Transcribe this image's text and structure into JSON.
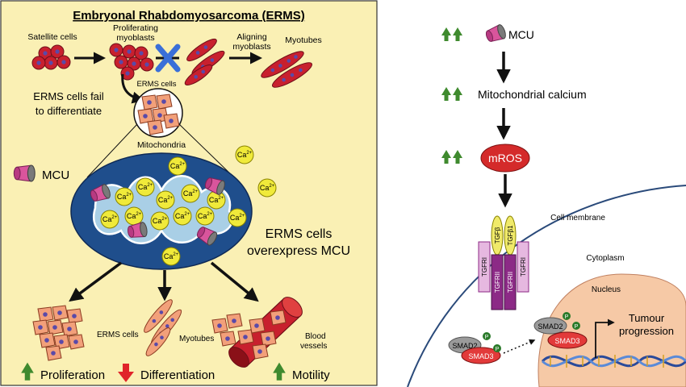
{
  "left_panel": {
    "title": "Embryonal Rhabdomyosarcoma (ERMS)",
    "stages": {
      "satellite": "Satellite cells",
      "proliferating_line1": "Proliferating",
      "proliferating_line2": "myoblasts",
      "aligning_line1": "Aligning",
      "aligning_line2": "myoblasts",
      "myotubes": "Myotubes"
    },
    "erms_cells_label": "ERMS cells",
    "fail_line1": "ERMS cells fail",
    "fail_line2": "to differentiate",
    "mitochondria_label": "Mitochondria",
    "mcu_label": "MCU",
    "calcium_label": "Ca",
    "calcium_sup": "2+",
    "overexpress_line1": "ERMS cells",
    "overexpress_line2": "overexpress MCU",
    "outcomes": {
      "erms_cells": "ERMS cells",
      "myotubes": "Myotubes",
      "blood_line1": "Blood",
      "blood_line2": "vessels"
    },
    "effects": {
      "proliferation": "Proliferation",
      "differentiation": "Differentiation",
      "motility": "Motility"
    }
  },
  "right_panel": {
    "pathway": {
      "mcu": "MCU",
      "mito_calcium": "Mitochondrial calcium",
      "mros": "mROS"
    },
    "cell_membrane": "Cell membrane",
    "cytoplasm": "Cytoplasm",
    "nucleus": "Nucleus",
    "receptor": {
      "tgfb": "TGFβ",
      "tgfb1": "TGFβ1",
      "tgfri": "TGFRI",
      "tgfrii": "TGFRII"
    },
    "smad2": "SMAD2",
    "smad3": "SMAD3",
    "phospho": "P",
    "tumour_line1": "Tumour",
    "tumour_line2": "progression"
  },
  "colors": {
    "panel_bg": "#faf0b4",
    "cell_red": "#c8202e",
    "cell_orange": "#f2a07a",
    "nucleus_blue": "#5a4aa8",
    "mito_outer": "#1f4e8c",
    "mito_inner": "#a9cfe6",
    "calcium": "#f0ea3a",
    "mcu_pink": "#d9559c",
    "arrow_up": "#3f8a2e",
    "arrow_down": "#e0242a",
    "mros_red": "#d42a2a",
    "receptor_purple": "#8c2a86",
    "receptor_light": "#e6b8e0",
    "ligand_yellow": "#f0ea6a",
    "cytoplasm_nucleus": "#f6c9a6",
    "membrane_blue": "#2a4a7a",
    "smad2_gray": "#9a9a9a",
    "smad3_red": "#e23a3a",
    "phospho_green": "#2a7a2a"
  }
}
